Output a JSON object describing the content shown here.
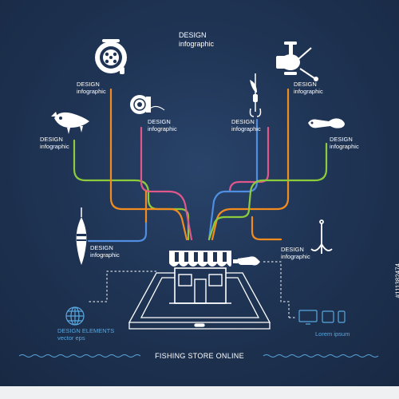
{
  "header": {
    "line1": "DESIGN",
    "line2": "infographic"
  },
  "labels": [
    {
      "id": "reel",
      "line1": "DESIGN",
      "line2": "infographic"
    },
    {
      "id": "lure",
      "line1": "DESIGN",
      "line2": "infographic"
    },
    {
      "id": "line-spool",
      "line1": "DESIGN",
      "line2": "infographic"
    },
    {
      "id": "spinner",
      "line1": "DESIGN",
      "line2": "infographic"
    },
    {
      "id": "spinning-reel",
      "line1": "DESIGN",
      "line2": "infographic"
    },
    {
      "id": "soft-bait",
      "line1": "DESIGN",
      "line2": "infographic"
    },
    {
      "id": "float",
      "line1": "DESIGN",
      "line2": "infographic"
    },
    {
      "id": "hook",
      "line1": "DESIGN",
      "line2": "infographic"
    }
  ],
  "design_elements": {
    "line1": "DESIGN ELEMENTS",
    "line2": "vector eps"
  },
  "devices_caption": "Lorem ipsum",
  "title": "FISHING STORE ONLINE",
  "stock_id": "#111382474",
  "colors": {
    "background": "#1f3454",
    "green": "#8ccb3c",
    "orange": "#f28c1e",
    "pink": "#e0578c",
    "blue": "#4f8ee0",
    "light_blue": "#5aa7de"
  },
  "icons": [
    "fly-reel-icon",
    "crankbait-lure-icon",
    "line-spool-icon",
    "spinner-lure-icon",
    "spinning-reel-icon",
    "soft-bait-icon",
    "float-icon",
    "treble-hook-icon",
    "store-icon",
    "tablet-icon",
    "hand-cursor-icon",
    "globe-icon",
    "devices-icon"
  ]
}
